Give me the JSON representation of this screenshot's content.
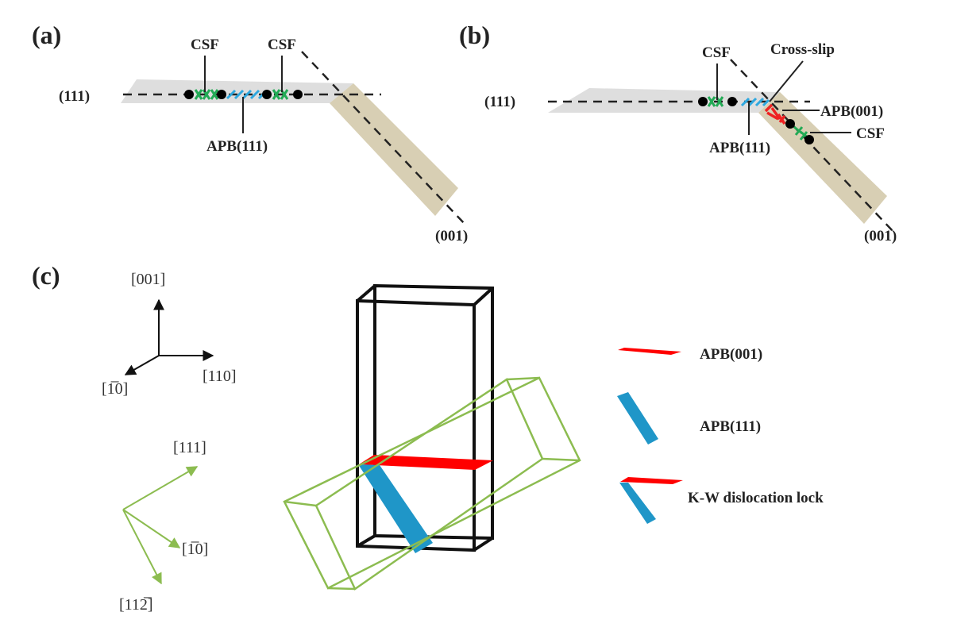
{
  "panels": {
    "a": {
      "label": "(a)",
      "plane_111": "(111)",
      "plane_001": "(001)",
      "csf_left": "CSF",
      "csf_right": "CSF",
      "apb": "APB(111)"
    },
    "b": {
      "label": "(b)",
      "plane_111": "(111)",
      "plane_001": "(001)",
      "csf_top": "CSF",
      "cross_slip": "Cross-slip",
      "apb_001": "APB(001)",
      "csf_side": "CSF",
      "apb_111": "APB(111)"
    },
    "c": {
      "label": "(c)",
      "axes_cubic": {
        "up": "[001]",
        "right": "[110]",
        "down_left": "[1̅0]"
      },
      "axes_slip": {
        "up_right": "[111]",
        "right": "[1̅0]",
        "down": "[112̅]"
      },
      "legend": [
        {
          "label": "APB(001)",
          "color": "#ff0000"
        },
        {
          "label": "APB(111)",
          "color": "#1f96c8"
        },
        {
          "label": "K-W dislocation lock",
          "colors": [
            "#ff0000",
            "#1f96c8"
          ]
        }
      ]
    }
  },
  "colors": {
    "plane_111": "#dedede",
    "plane_001": "#d8cfb4",
    "csf": "#22aa55",
    "apb_111": "#2ea8e0",
    "apb_001": "#ee2222",
    "box_001": "#111111",
    "box_111": "#8cbc50"
  }
}
